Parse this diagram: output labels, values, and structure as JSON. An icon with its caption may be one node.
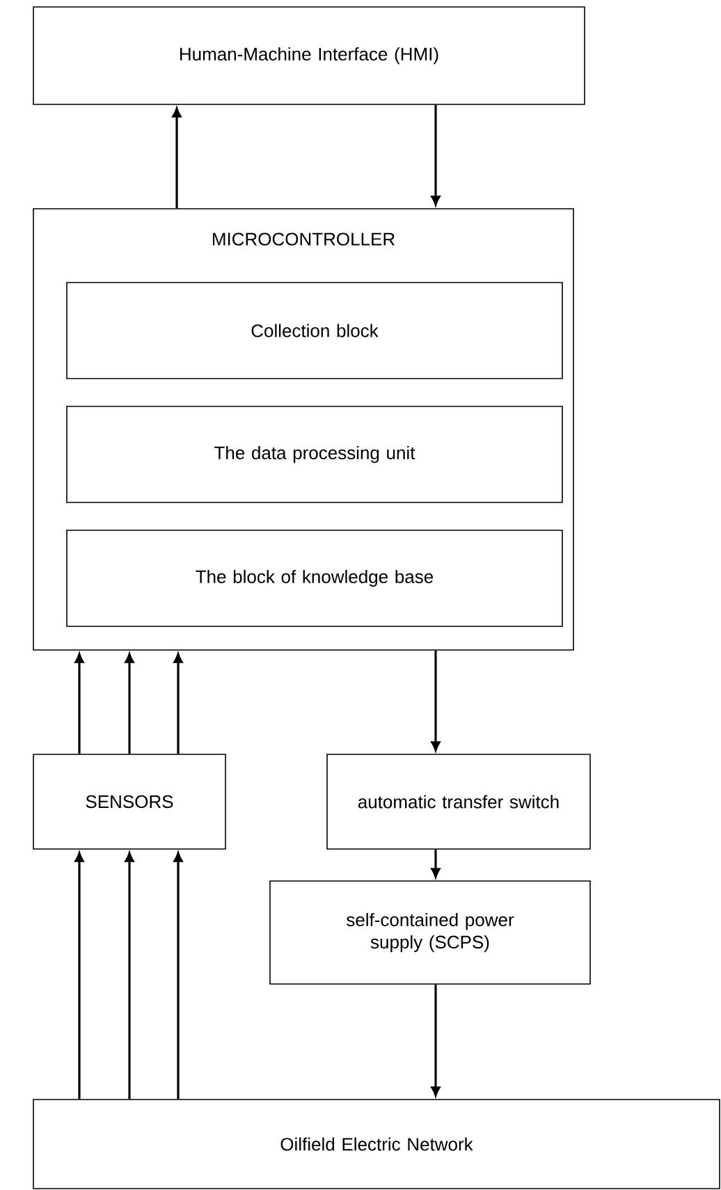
{
  "diagram": {
    "nodes": [
      {
        "text": [
          "Human-Machine Interface (HMI)"
        ]
      },
      {
        "text": [
          "MICROCONTROLLER"
        ]
      },
      {
        "text": [
          "Collection block"
        ],
        "in": 1
      },
      {
        "text": [
          "The data processing unit"
        ],
        "in": 1
      },
      {
        "text": [
          "The block of knowledge base"
        ],
        "in": 1
      },
      {
        "text": [
          "SENSORS"
        ]
      },
      {
        "text": [
          "automatic transfer switch"
        ]
      },
      {
        "text": [
          "self-contained power supply (SCPS)"
        ]
      },
      {
        "text": [
          "Oilfield Electric Network"
        ]
      }
    ],
    "edges": [
      {
        "from": 1,
        "to": 0,
        "arrow": "to"
      },
      {
        "from": 0,
        "to": 1,
        "arrow": "to"
      },
      {
        "from": 5,
        "to": 1,
        "arrow": "to"
      },
      {
        "from": 5,
        "to": 1,
        "arrow": "to"
      },
      {
        "from": 5,
        "to": 1,
        "arrow": "to"
      },
      {
        "from": 1,
        "to": 6,
        "arrow": "to"
      },
      {
        "from": 6,
        "to": 7,
        "arrow": "to"
      },
      {
        "from": 7,
        "to": 8,
        "arrow": "to"
      },
      {
        "from": 8,
        "to": 5,
        "arrow": "to"
      },
      {
        "from": 8,
        "to": 5,
        "arrow": "to"
      },
      {
        "from": 8,
        "to": 5,
        "arrow": "to"
      }
    ]
  }
}
